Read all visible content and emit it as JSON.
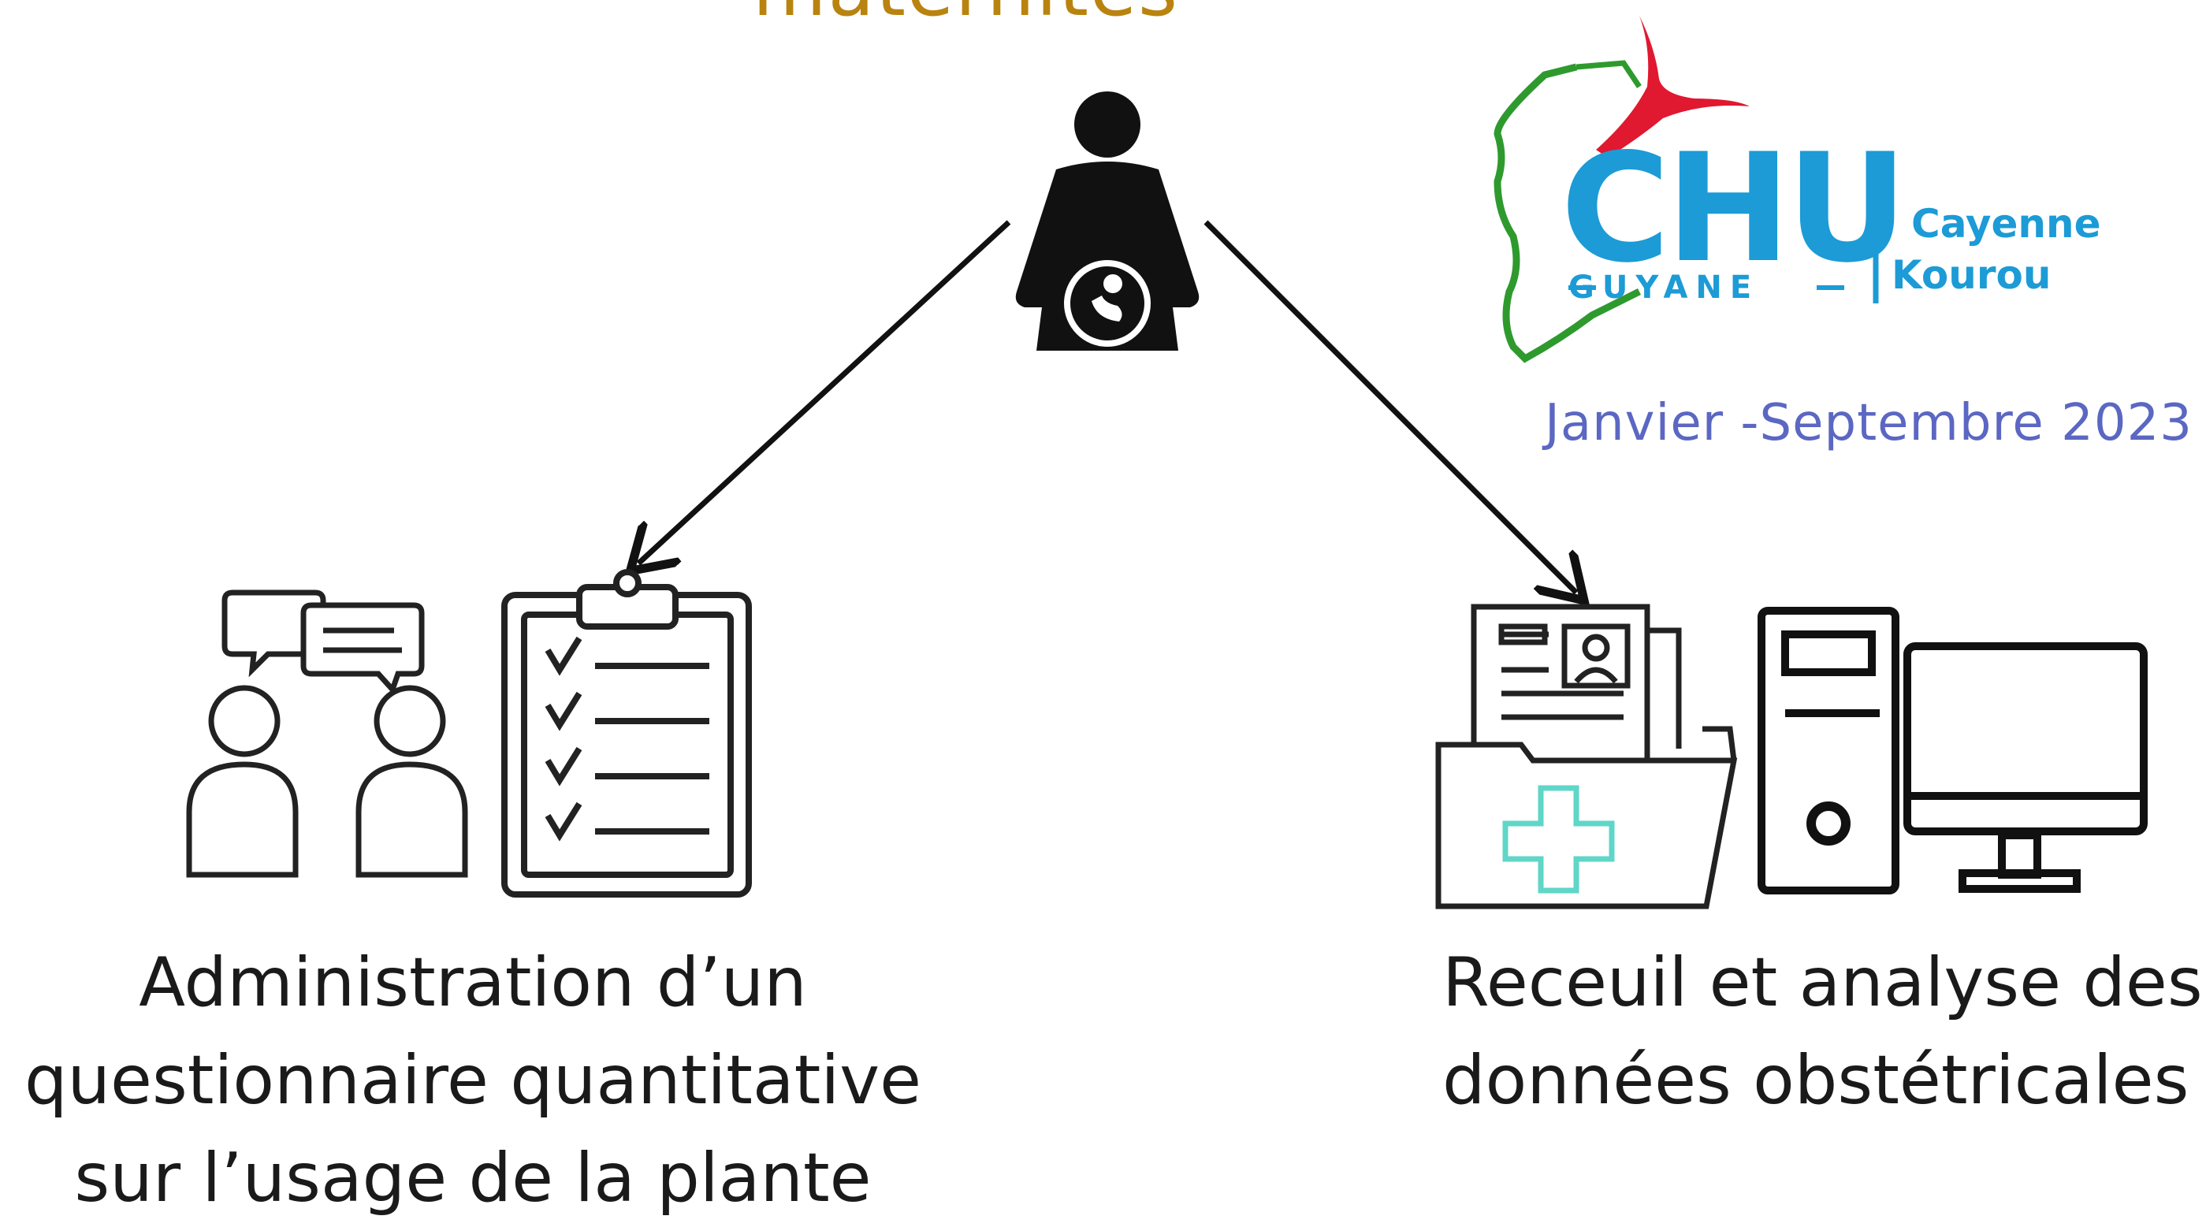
{
  "title": "maternités",
  "logo": {
    "name": "CHU",
    "region": "GUYANE",
    "city1": "Cayenne",
    "city2": "Kourou",
    "colors": {
      "blue": "#1c9bd6",
      "green": "#2e9a2e",
      "red": "#e01830"
    }
  },
  "period": "Janvier -Septembre 2023",
  "left_caption": {
    "line1": "Administration d’un",
    "line2": "questionnaire quantitative",
    "line3": "sur l’usage de la plante"
  },
  "right_caption": {
    "line1": "Receuil et analyse des",
    "line2": "données obstétricales"
  },
  "icons": {
    "center": "pregnant-woman-icon",
    "left_a": "two-people-talking-icon",
    "left_b": "checklist-clipboard-icon",
    "right_a": "medical-record-folder-icon",
    "right_b": "desktop-computer-icon"
  }
}
